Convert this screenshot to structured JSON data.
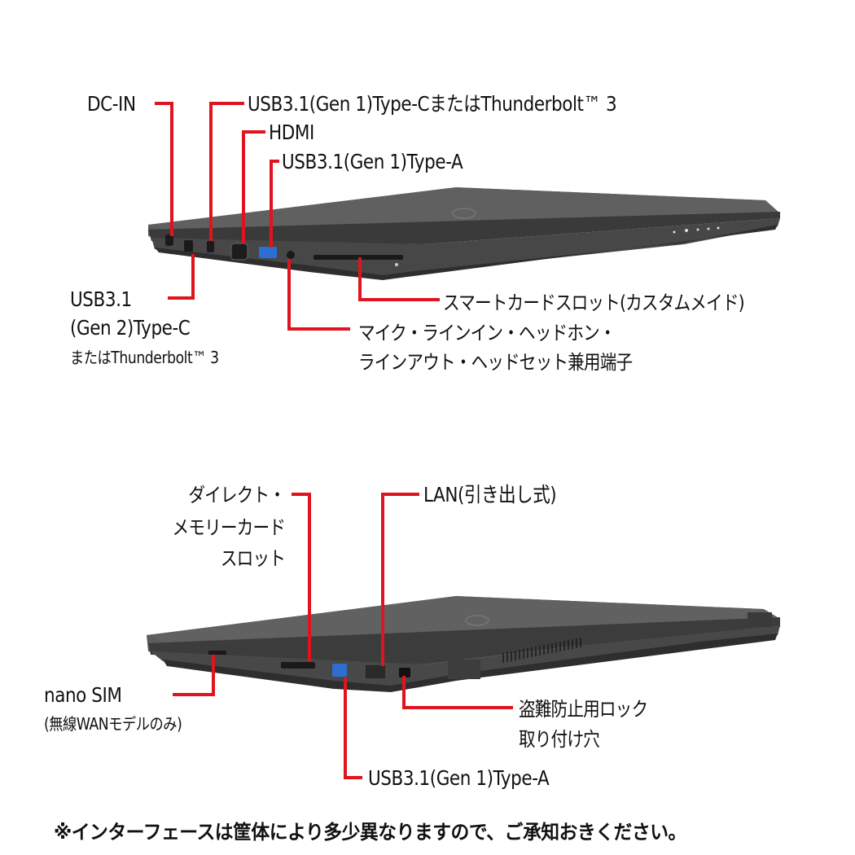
{
  "diagram": {
    "title": "Laptop interface port layout",
    "accent_color": "#e0141e",
    "laptop_color": "#4a4a4a",
    "left_side_view": {
      "labels": {
        "dc_in": "DC-IN",
        "usb_c_gen1": "USB3.1(Gen 1)Type-CまたはThunderbolt™ 3",
        "hdmi": "HDMI",
        "usb_a_gen1": "USB3.1(Gen 1)Type-A",
        "usb_c_gen2_line1": "USB3.1",
        "usb_c_gen2_line2": "(Gen 2)Type-C",
        "usb_c_gen2_line3": "またはThunderbolt™ 3",
        "smart_card": "スマートカードスロット(カスタムメイド)",
        "audio_line1": "マイク・ラインイン・ヘッドホン・",
        "audio_line2": "ラインアウト・ヘッドセット兼用端子"
      }
    },
    "right_side_view": {
      "labels": {
        "memory_card_line1": "ダイレクト・",
        "memory_card_line2": "メモリーカード",
        "memory_card_line3": "スロット",
        "lan": "LAN(引き出し式)",
        "nano_sim_line1": "nano SIM",
        "nano_sim_line2": "(無線WANモデルのみ)",
        "security_lock_line1": "盗難防止用ロック",
        "security_lock_line2": "取り付け穴",
        "usb_a_gen1": "USB3.1(Gen 1)Type-A"
      }
    },
    "footnote": "※インターフェースは筐体により多少異なりますので、ご承知おきください。"
  }
}
